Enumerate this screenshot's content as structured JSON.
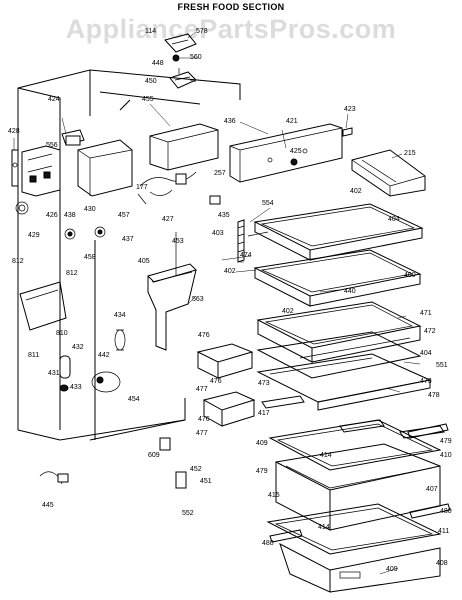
{
  "header": {
    "title": "FRESH FOOD SECTION"
  },
  "watermark": "AppliancePartsPros.com",
  "callouts": [
    {
      "id": "c114",
      "text": "114"
    },
    {
      "id": "c578",
      "text": "578"
    },
    {
      "id": "c560",
      "text": "560"
    },
    {
      "id": "c448",
      "text": "448"
    },
    {
      "id": "c450",
      "text": "450"
    },
    {
      "id": "c424",
      "text": "424"
    },
    {
      "id": "c455",
      "text": "455"
    },
    {
      "id": "c423",
      "text": "423"
    },
    {
      "id": "c428",
      "text": "428"
    },
    {
      "id": "c556",
      "text": "556"
    },
    {
      "id": "c436",
      "text": "436"
    },
    {
      "id": "c421",
      "text": "421"
    },
    {
      "id": "c425",
      "text": "425"
    },
    {
      "id": "c215",
      "text": "215"
    },
    {
      "id": "c177",
      "text": "177"
    },
    {
      "id": "c257",
      "text": "257"
    },
    {
      "id": "c402a",
      "text": "402"
    },
    {
      "id": "c426",
      "text": "426"
    },
    {
      "id": "c438",
      "text": "438"
    },
    {
      "id": "c430",
      "text": "430"
    },
    {
      "id": "c554",
      "text": "554"
    },
    {
      "id": "c457",
      "text": "457"
    },
    {
      "id": "c427",
      "text": "427"
    },
    {
      "id": "c435",
      "text": "435"
    },
    {
      "id": "c404a",
      "text": "404"
    },
    {
      "id": "c429",
      "text": "429"
    },
    {
      "id": "c437",
      "text": "437"
    },
    {
      "id": "c403",
      "text": "403"
    },
    {
      "id": "c453",
      "text": "453"
    },
    {
      "id": "c474",
      "text": "474"
    },
    {
      "id": "c812a",
      "text": "812"
    },
    {
      "id": "c458",
      "text": "458"
    },
    {
      "id": "c405",
      "text": "405"
    },
    {
      "id": "c402b",
      "text": "402"
    },
    {
      "id": "c400",
      "text": "400"
    },
    {
      "id": "c812b",
      "text": "812"
    },
    {
      "id": "c563",
      "text": "563"
    },
    {
      "id": "c440",
      "text": "440"
    },
    {
      "id": "c402c",
      "text": "402"
    },
    {
      "id": "c471",
      "text": "471"
    },
    {
      "id": "c434",
      "text": "434"
    },
    {
      "id": "c810",
      "text": "810"
    },
    {
      "id": "c476a",
      "text": "476"
    },
    {
      "id": "c472",
      "text": "472"
    },
    {
      "id": "c811",
      "text": "811"
    },
    {
      "id": "c432",
      "text": "432"
    },
    {
      "id": "c404b",
      "text": "404"
    },
    {
      "id": "c551",
      "text": "551"
    },
    {
      "id": "c473a",
      "text": "473"
    },
    {
      "id": "c442",
      "text": "442"
    },
    {
      "id": "c476b",
      "text": "476"
    },
    {
      "id": "c431",
      "text": "431"
    },
    {
      "id": "c477a",
      "text": "477"
    },
    {
      "id": "c473b",
      "text": "473"
    },
    {
      "id": "c478",
      "text": "478"
    },
    {
      "id": "c433",
      "text": "433"
    },
    {
      "id": "c454",
      "text": "454"
    },
    {
      "id": "c476c",
      "text": "476"
    },
    {
      "id": "c477b",
      "text": "477"
    },
    {
      "id": "c417",
      "text": "417"
    },
    {
      "id": "c409a",
      "text": "409"
    },
    {
      "id": "c479a",
      "text": "479"
    },
    {
      "id": "c414a",
      "text": "414"
    },
    {
      "id": "c410",
      "text": "410"
    },
    {
      "id": "c609",
      "text": "609"
    },
    {
      "id": "c479b",
      "text": "479"
    },
    {
      "id": "c452",
      "text": "452"
    },
    {
      "id": "c451",
      "text": "451"
    },
    {
      "id": "c407",
      "text": "407"
    },
    {
      "id": "c415",
      "text": "415"
    },
    {
      "id": "c445",
      "text": "445"
    },
    {
      "id": "c480a",
      "text": "480"
    },
    {
      "id": "c552",
      "text": "552"
    },
    {
      "id": "c414b",
      "text": "414"
    },
    {
      "id": "c480b",
      "text": "480"
    },
    {
      "id": "c411",
      "text": "411"
    },
    {
      "id": "c408",
      "text": "408"
    },
    {
      "id": "c409b",
      "text": "409"
    }
  ]
}
